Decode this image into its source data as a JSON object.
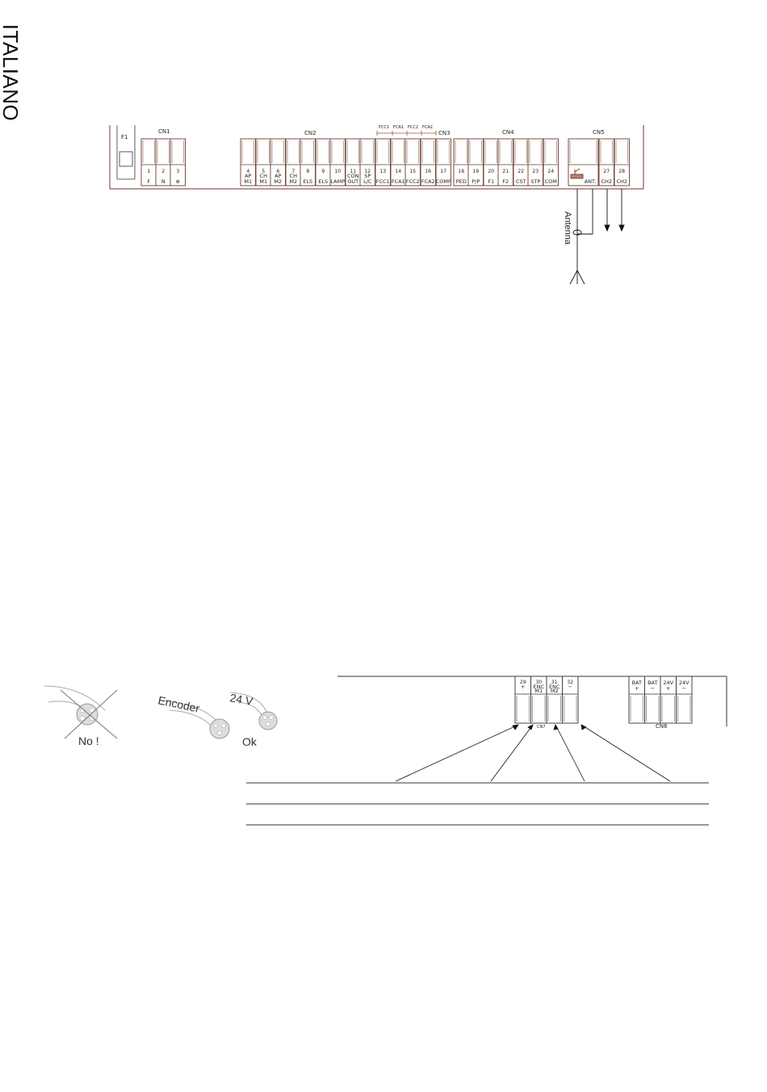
{
  "side_label": "ITALIANO",
  "top_board": {
    "fuse": "F1",
    "connectors": [
      "CN1",
      "CN2",
      "CN3",
      "CN4",
      "CN5"
    ],
    "top_labels": [
      "FCC1",
      "FCA1",
      "FCC2",
      "FCA2"
    ],
    "terminals": [
      {
        "n": "1",
        "l1": "F",
        "l2": ""
      },
      {
        "n": "2",
        "l1": "N",
        "l2": ""
      },
      {
        "n": "3",
        "l1": "⊕",
        "l2": ""
      },
      {
        "n": "4",
        "l1": "AP",
        "l2": "M1"
      },
      {
        "n": "5",
        "l1": "CH",
        "l2": "M1"
      },
      {
        "n": "6",
        "l1": "AP",
        "l2": "M2"
      },
      {
        "n": "7",
        "l1": "CH",
        "l2": "M2"
      },
      {
        "n": "8",
        "l1": "ELS",
        "l2": ""
      },
      {
        "n": "9",
        "l1": "ELS",
        "l2": ""
      },
      {
        "n": "10",
        "l1": "LAMP",
        "l2": ""
      },
      {
        "n": "11",
        "l1": "CON",
        "l2": "OUT"
      },
      {
        "n": "12",
        "l1": "SP",
        "l2": "L/C"
      },
      {
        "n": "13",
        "l1": "FCC1",
        "l2": ""
      },
      {
        "n": "14",
        "l1": "FCA1",
        "l2": ""
      },
      {
        "n": "15",
        "l1": "FCC2",
        "l2": ""
      },
      {
        "n": "16",
        "l1": "FCA2",
        "l2": ""
      },
      {
        "n": "17",
        "l1": "COMF",
        "l2": ""
      },
      {
        "n": "18",
        "l1": "PED",
        "l2": ""
      },
      {
        "n": "19",
        "l1": "P/P",
        "l2": ""
      },
      {
        "n": "20",
        "l1": "F1",
        "l2": ""
      },
      {
        "n": "21",
        "l1": "F2",
        "l2": ""
      },
      {
        "n": "22",
        "l1": "CST",
        "l2": ""
      },
      {
        "n": "23",
        "l1": "STP",
        "l2": ""
      },
      {
        "n": "24",
        "l1": "COM",
        "l2": ""
      },
      {
        "n": "",
        "l1": "ANT.",
        "l2": ""
      },
      {
        "n": "27",
        "l1": "CH2",
        "l2": ""
      },
      {
        "n": "28",
        "l1": "CH2",
        "l2": ""
      }
    ],
    "antenna_label": "Antenna"
  },
  "bottom_board": {
    "cn7_terminals": [
      {
        "n": "29",
        "l1": "+",
        "l2": ""
      },
      {
        "n": "30",
        "l1": "ENC",
        "l2": "M1"
      },
      {
        "n": "31",
        "l1": "ENC",
        "l2": "M2"
      },
      {
        "n": "32",
        "l1": "−",
        "l2": ""
      }
    ],
    "cn7_label": "CN7",
    "cn6_terminals": [
      {
        "n": "",
        "l1": "BAT",
        "l2": "+"
      },
      {
        "n": "",
        "l1": "BAT",
        "l2": "−"
      },
      {
        "n": "",
        "l1": "24V",
        "l2": "+"
      },
      {
        "n": "",
        "l1": "24V",
        "l2": "−"
      }
    ],
    "cn6_label": "CN6"
  },
  "cables": {
    "no_label": "No !",
    "encoder_label": "Encoder",
    "v24_label": "24 V",
    "ok_label": "Ok"
  }
}
